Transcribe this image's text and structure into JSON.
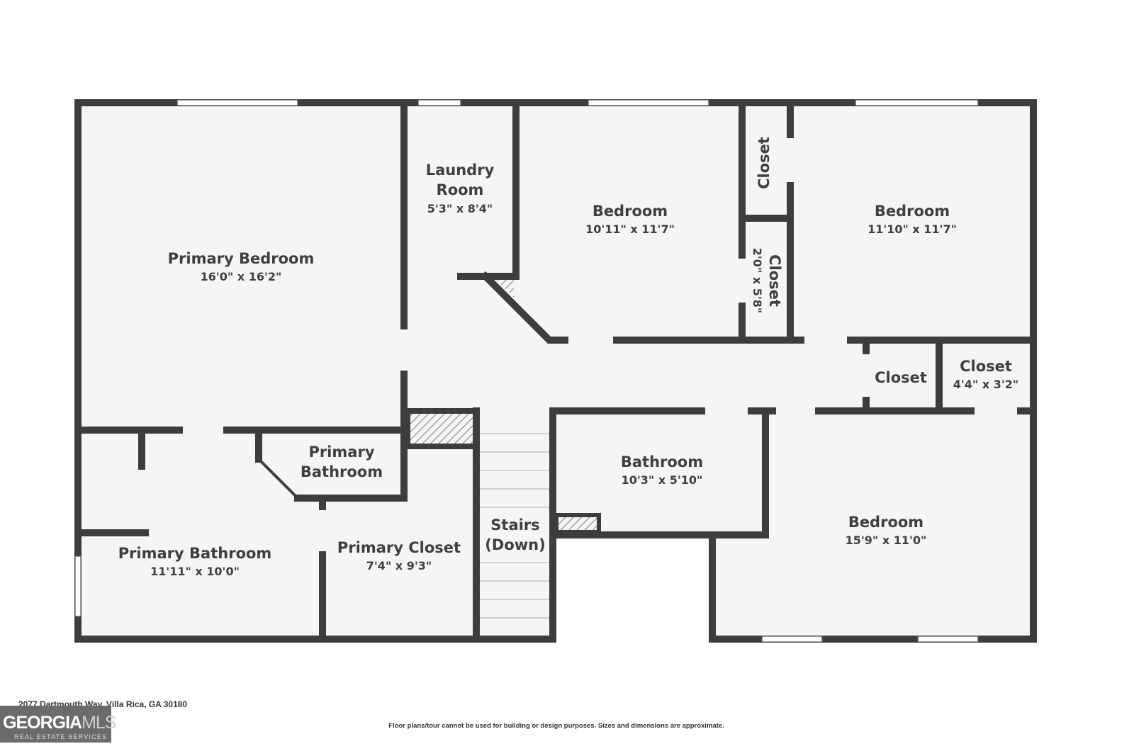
{
  "rooms": {
    "primary_bedroom": {
      "name": "Primary Bedroom",
      "dims": "16'0\" x 16'2\""
    },
    "laundry": {
      "name_1": "Laundry",
      "name_2": "Room",
      "dims": "5'3\" x 8'4\""
    },
    "bedroom_2": {
      "name": "Bedroom",
      "dims": "10'11\" x 11'7\""
    },
    "closet_top": {
      "name": "Closet"
    },
    "closet_mid": {
      "name": "Closet",
      "dims": "2'0\" x 5'8\""
    },
    "bedroom_3": {
      "name": "Bedroom",
      "dims": "11'10\" x 11'7\""
    },
    "hall_closet": {
      "name": "Closet"
    },
    "closet_right": {
      "name": "Closet",
      "dims": "4'4\" x 3'2\""
    },
    "primary_bath_small": {
      "name_1": "Primary",
      "name_2": "Bathroom"
    },
    "primary_bathroom": {
      "name": "Primary Bathroom",
      "dims": "11'11\" x 10'0\""
    },
    "primary_closet": {
      "name": "Primary Closet",
      "dims": "7'4\" x 9'3\""
    },
    "stairs": {
      "name_1": "Stairs",
      "name_2": "(Down)"
    },
    "bathroom": {
      "name": "Bathroom",
      "dims": "10'3\" x 5'10\""
    },
    "bedroom_4": {
      "name": "Bedroom",
      "dims": "15'9\" x 11'0\""
    }
  },
  "footer": {
    "address": "2077 Dartmouth Way, Villa Rica, GA 30180",
    "disclaimer": "Floor plans/tour cannot be used for building or design purposes. Sizes and dimensions are approximate.",
    "logo_main": "GEORGIA",
    "logo_accent": "MLS",
    "logo_sub": "REAL ESTATE SERVICES"
  },
  "colors": {
    "wall": "#3d3d3d",
    "floor": "#f5f5f5",
    "text": "#3f3f3f"
  }
}
